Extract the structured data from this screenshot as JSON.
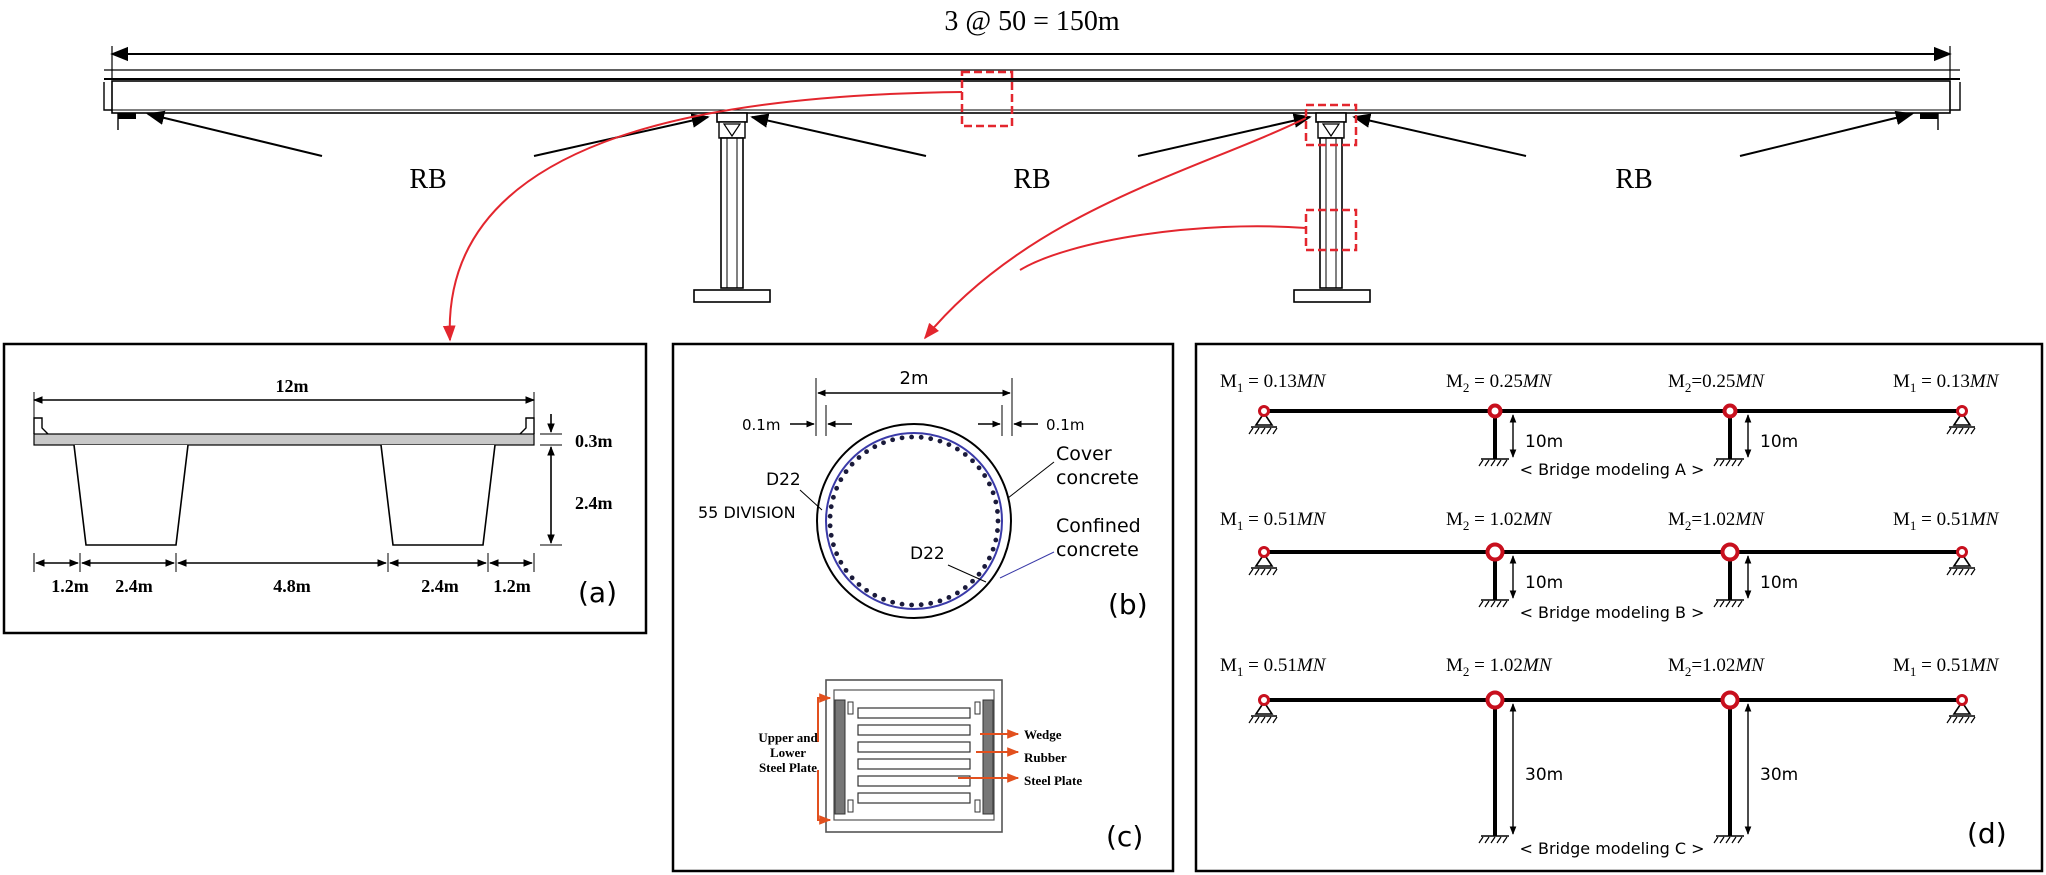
{
  "top": {
    "span_label": "3 @ 50 = 150m",
    "bearing_labels": [
      "RB",
      "RB",
      "RB"
    ]
  },
  "panel_a": {
    "width_label": "12m",
    "slab_label": "0.3m",
    "girder_depth_label": "2.4m",
    "bottom_dims": [
      "1.2m",
      "2.4m",
      "4.8m",
      "2.4m",
      "1.2m"
    ],
    "tag": "(a)"
  },
  "panel_b": {
    "diameter_label": "2m",
    "cover_left": "0.1m",
    "cover_right": "0.1m",
    "rebar_outer": "D22",
    "division": "55 DIVISION",
    "rebar_inner": "D22",
    "cover_concrete": [
      "Cover",
      "concrete"
    ],
    "confined_concrete": [
      "Confined",
      "concrete"
    ],
    "tag": "(b)"
  },
  "panel_c": {
    "plate_label": [
      "Upper and",
      "Lower",
      "Steel Plate"
    ],
    "wedge": "Wedge",
    "rubber": "Rubber",
    "steel_plate": "Steel Plate",
    "tag": "(c)"
  },
  "panel_d": {
    "tag": "(d)",
    "models": [
      {
        "caption": "< Bridge modeling A >",
        "m1_left": [
          "M",
          "1",
          " = 0.13",
          "MN"
        ],
        "m2_left": [
          "M",
          "2",
          " = 0.25",
          "MN"
        ],
        "m2_right": [
          "M",
          "2",
          "=0.25",
          "MN"
        ],
        "m1_right": [
          "M",
          "1",
          " = 0.13",
          "MN"
        ],
        "height": "10m",
        "height_right": "10m"
      },
      {
        "caption": "< Bridge modeling B  >",
        "m1_left": [
          "M",
          "1",
          " = 0.51",
          "MN"
        ],
        "m2_left": [
          "M",
          "2",
          " = 1.02",
          "MN"
        ],
        "m2_right": [
          "M",
          "2",
          "=1.02",
          "MN"
        ],
        "m1_right": [
          "M",
          "1",
          " = 0.51",
          "MN"
        ],
        "height": "10m",
        "height_right": "10m"
      },
      {
        "caption": "< Bridge modeling C >",
        "m1_left": [
          "M",
          "1",
          " = 0.51",
          "MN"
        ],
        "m2_left": [
          "M",
          "2",
          " = 1.02",
          "MN"
        ],
        "m2_right": [
          "M",
          "2",
          "=1.02",
          "MN"
        ],
        "m1_right": [
          "M",
          "1",
          " = 0.51",
          "MN"
        ],
        "height": "30m",
        "height_right": "30m"
      }
    ]
  },
  "colors": {
    "callout": "#e3262e",
    "ink": "#000000",
    "deck_gray": "#c8c8c8",
    "rebar_blue": "#3a3aa8",
    "bearing_orange": "#e2501e",
    "node_red": "#c8101e"
  }
}
